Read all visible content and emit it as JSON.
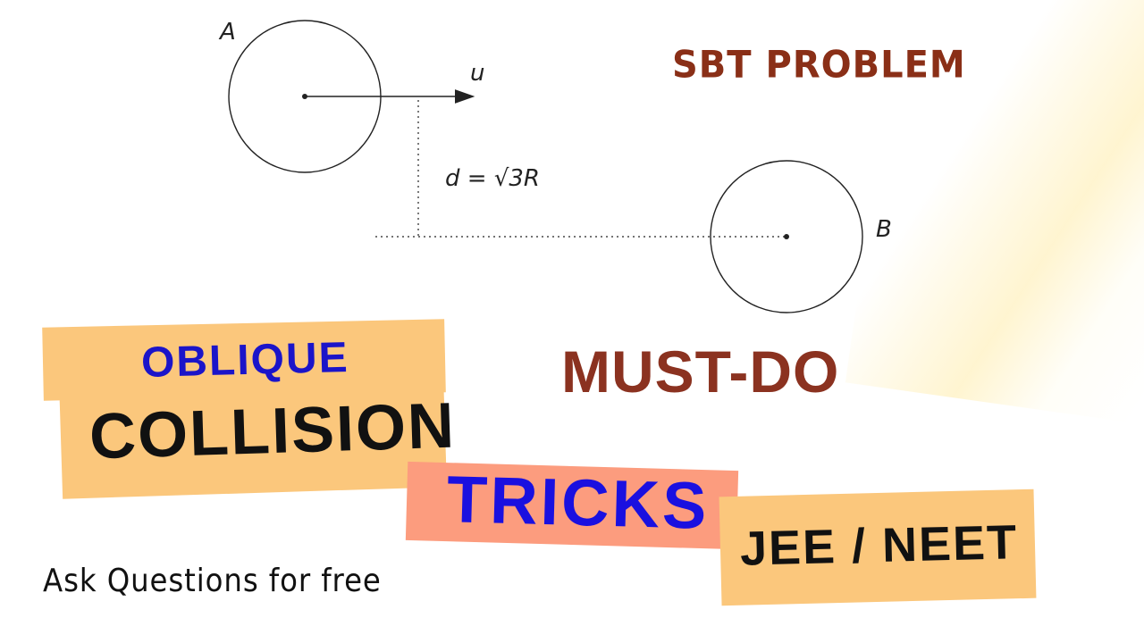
{
  "diagram": {
    "label_a": "A",
    "label_b": "B",
    "label_u": "u",
    "distance_label": "d = √3R"
  },
  "headline": {
    "sbt": "SBT PROBLEM",
    "must_do": "MUST-DO"
  },
  "tags": {
    "oblique": "OBLIQUE",
    "collision": "COLLISION",
    "tricks": "TRICKS",
    "exam": "JEE / NEET"
  },
  "footer": {
    "ask": "Ask Questions for free"
  },
  "colors": {
    "orange_patch": "#fbc77c",
    "salmon_patch": "#fc9c7e",
    "blue_text": "#1b14c9",
    "brown_text": "#8b3220"
  }
}
